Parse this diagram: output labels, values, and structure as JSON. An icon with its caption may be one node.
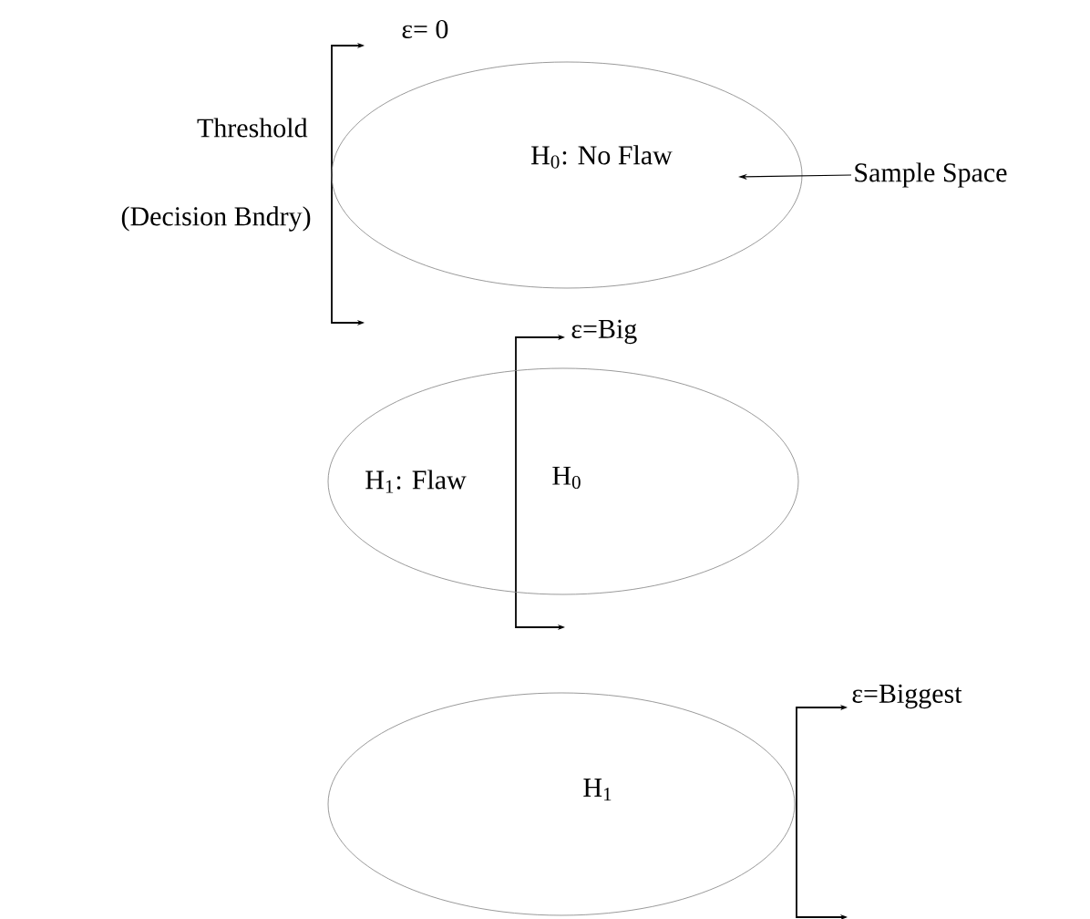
{
  "diagram": {
    "nodes": [
      {
        "text": [
          "H$_{0}$: No Flaw"
        ]
      },
      {
        "text": [
          "H$_{1}$: Flaw",
          "H$_{0}$"
        ]
      },
      {
        "text": [
          "H$_{1}$"
        ]
      },
      {
        "text": [
          "Sample Space"
        ]
      }
    ],
    "edges": [
      {
        "from": 3,
        "to": 0,
        "arrow": "to"
      }
    ],
    "labels": [
      "ε= 0",
      "Threshold",
      "(Decision Bndry)",
      "ε=Big",
      "ε=Biggest"
    ]
  }
}
